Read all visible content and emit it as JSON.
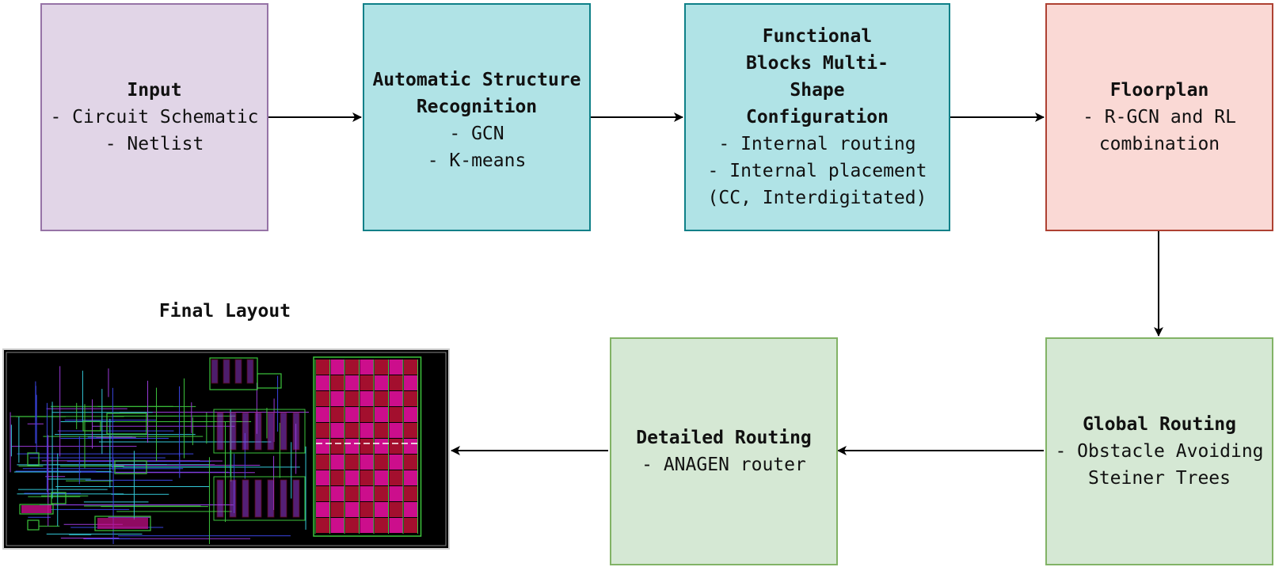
{
  "nodes": {
    "input": {
      "title": "Input",
      "lines": [
        "- Circuit Schematic",
        "- Netlist"
      ],
      "fill": "#e1d5e7",
      "stroke": "#9673a6"
    },
    "recognition": {
      "title": "Automatic Structure Recognition",
      "lines": [
        "- GCN",
        "- K-means"
      ],
      "fill": "#b0e3e6",
      "stroke": "#0e8088"
    },
    "functional": {
      "title": "Functional Blocks Multi-Shape Configuration",
      "lines": [
        "- Internal routing",
        "- Internal placement",
        "(CC, Interdigitated)"
      ],
      "fill": "#b0e3e6",
      "stroke": "#0e8088"
    },
    "floorplan": {
      "title": "Floorplan",
      "lines": [
        "- R-GCN and RL",
        "combination"
      ],
      "fill": "#fad9d5",
      "stroke": "#ae4132"
    },
    "global_routing": {
      "title": "Global Routing",
      "lines": [
        "- Obstacle Avoiding",
        "Steiner Trees"
      ],
      "fill": "#d5e8d4",
      "stroke": "#82b366"
    },
    "detailed_routing": {
      "title": "Detailed Routing",
      "lines": [
        "- ANAGEN router"
      ],
      "fill": "#d5e8d4",
      "stroke": "#82b366"
    }
  },
  "final_layout": {
    "title": "Final Layout"
  },
  "edges": [
    {
      "from": "input",
      "to": "recognition"
    },
    {
      "from": "recognition",
      "to": "functional"
    },
    {
      "from": "functional",
      "to": "floorplan"
    },
    {
      "from": "floorplan",
      "to": "global_routing"
    },
    {
      "from": "global_routing",
      "to": "detailed_routing"
    },
    {
      "from": "detailed_routing",
      "to": "final_layout"
    }
  ],
  "colors": {
    "arrow": "#000000",
    "layout_background": "#000000",
    "layout_magenta": "#cc0e8c",
    "layout_red": "#a30f2e",
    "layout_green": "#3cc43c",
    "layout_cyan": "#33c8d8",
    "layout_blue": "#3a44e0",
    "layout_purple": "#9a3ad8"
  }
}
